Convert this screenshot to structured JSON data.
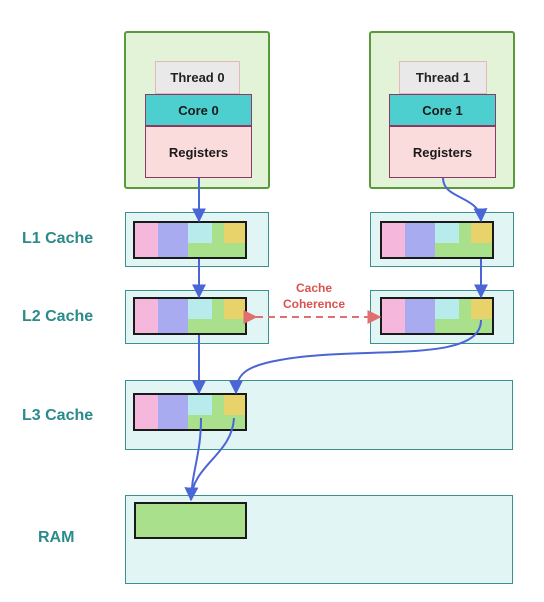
{
  "cores": [
    {
      "thread": "Thread 0",
      "core": "Core 0",
      "registers": "Registers"
    },
    {
      "thread": "Thread 1",
      "core": "Core 1",
      "registers": "Registers"
    }
  ],
  "levels": {
    "l1": "L1 Cache",
    "l2": "L2 Cache",
    "l3": "L3 Cache",
    "ram": "RAM"
  },
  "coherence": {
    "line1": "Cache",
    "line2": "Coherence"
  },
  "colors": {
    "core_panel": "#e3f3d7",
    "core_header": "#4dcfcf",
    "registers": "#fadcdc",
    "cache_panel": "#e1f5f4",
    "segment_pink": "#f5b8dc",
    "segment_blue": "#a8abf0",
    "segment_cyan": "#b8ecec",
    "segment_green": "#a8e08c",
    "segment_yellow": "#e8d36a",
    "arrow": "#4a66d6",
    "coherence_arrow": "#e07070"
  }
}
